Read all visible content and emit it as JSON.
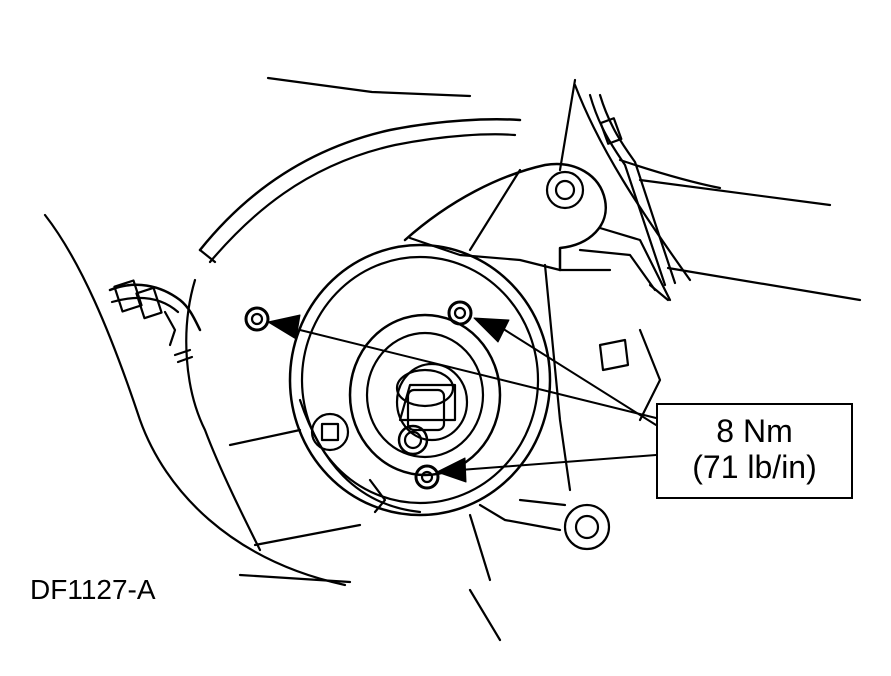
{
  "figure": {
    "id": "DF1127-A"
  },
  "callout": {
    "torque_metric": "8 Nm",
    "torque_imperial": "(71 lb/in)"
  },
  "colors": {
    "ink": "#000000",
    "paper": "#ffffff"
  }
}
